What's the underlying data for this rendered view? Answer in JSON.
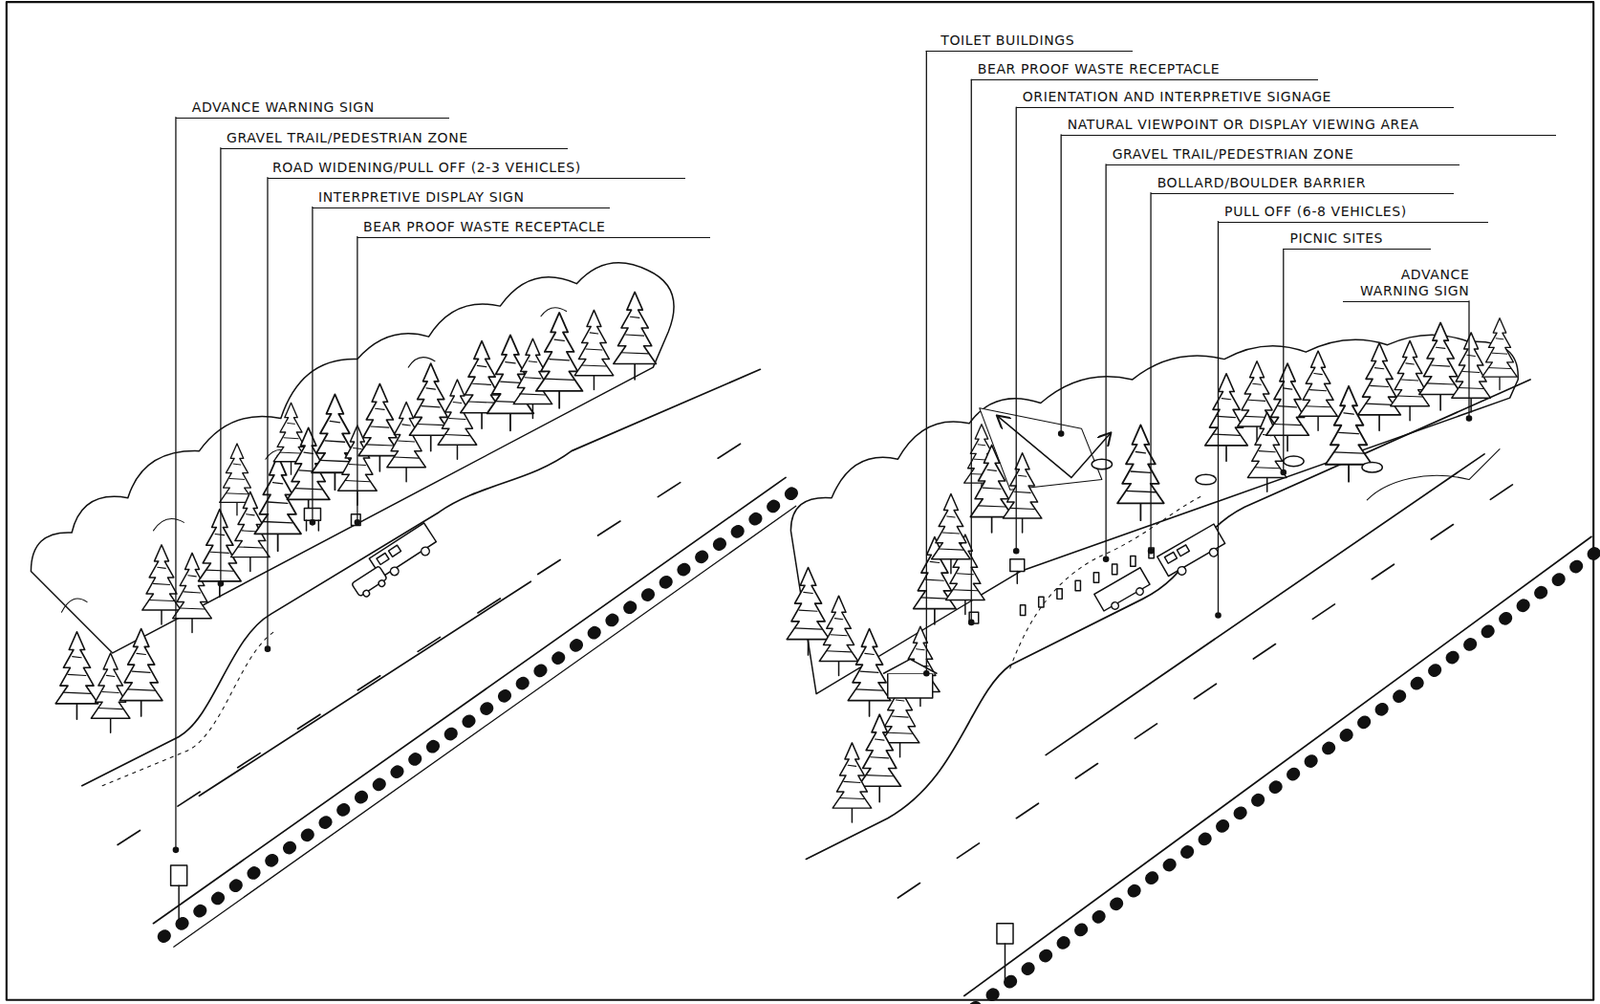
{
  "diagram": {
    "labels": [
      "ADVANCE WARNING SIGN",
      "GRAVEL TRAIL/PEDESTRIAN ZONE",
      "ROAD WIDENING/PULL OFF (2-3 VEHICLES)",
      "INTERPRETIVE DISPLAY SIGN",
      "BEAR PROOF WASTE RECEPTACLE",
      "TOILET BUILDINGS",
      "BEAR PROOF WASTE RECEPTACLE",
      "ORIENTATION AND INTERPRETIVE SIGNAGE",
      "NATURAL VIEWPOINT OR DISPLAY VIEWING AREA",
      "GRAVEL TRAIL/PEDESTRIAN ZONE",
      "BOLLARD/BOULDER BARRIER",
      "PULL OFF (6-8 VEHICLES)",
      "PICNIC SITES",
      "ADVANCE WARNING SIGN"
    ]
  }
}
